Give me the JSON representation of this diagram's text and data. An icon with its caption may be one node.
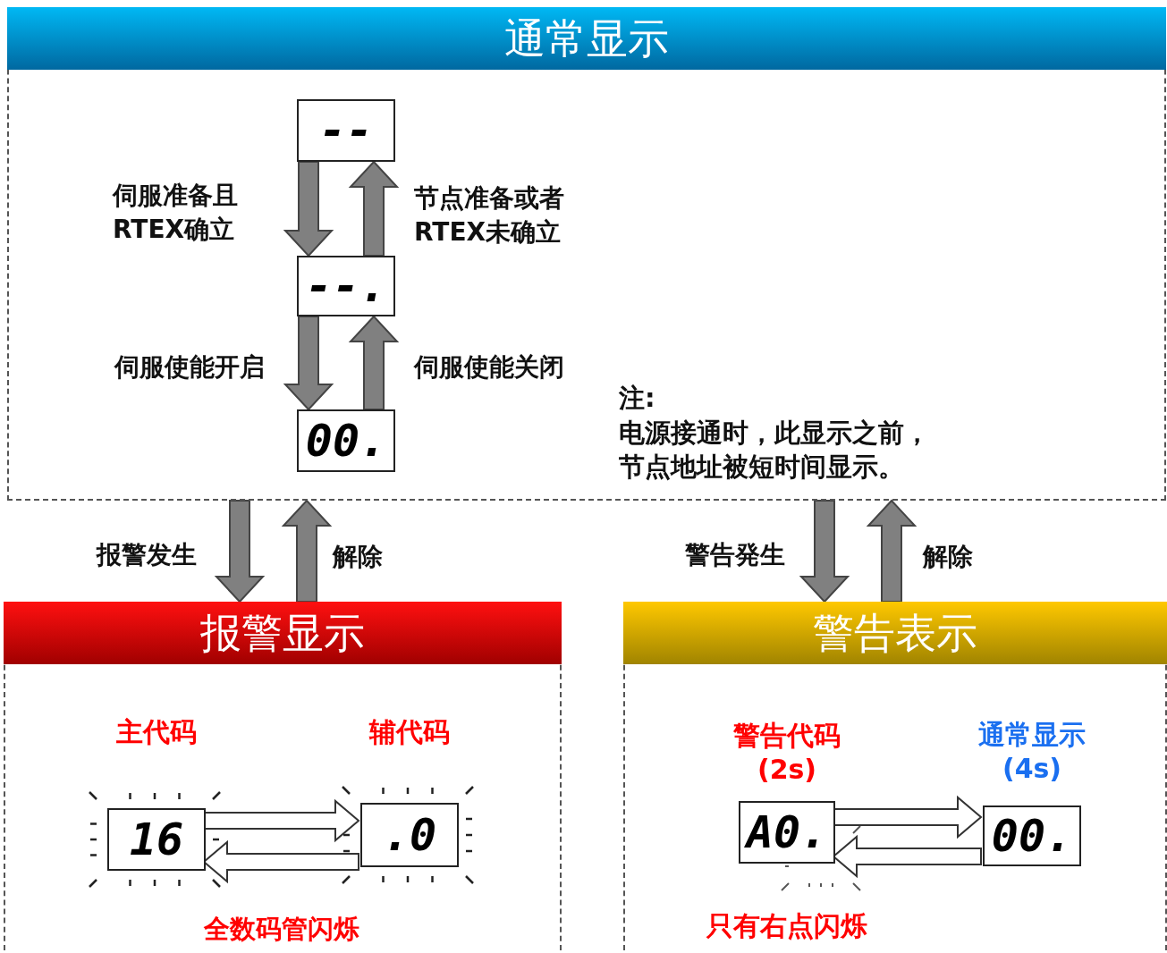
{
  "diagram": {
    "nodes": [
      {
        "text": [
          "通常显示"
        ]
      },
      {
        "text": [
          "--"
        ],
        "in": 0
      },
      {
        "text": [
          "--."
        ],
        "in": 0
      },
      {
        "text": [
          "00."
        ],
        "in": 0
      },
      {
        "text": [
          "报警显示"
        ]
      },
      {
        "text": [
          "主代码",
          "16"
        ],
        "in": 4
      },
      {
        "text": [
          "辅代码",
          ".0"
        ],
        "in": 4
      },
      {
        "text": [
          "警告表示"
        ]
      },
      {
        "text": [
          "警告代码 (2s)",
          "A0."
        ],
        "in": 7,
        "beside": [
          "只有右点闪烁"
        ]
      },
      {
        "text": [
          "通常显示 (4s)",
          "00."
        ],
        "in": 7
      }
    ],
    "edges": [
      {
        "from": 1,
        "to": 2,
        "arrow": "to",
        "label": "伺服准备且 RTEX确立"
      },
      {
        "from": 2,
        "to": 1,
        "arrow": "to",
        "label": "节点准备或者 RTEX未确立"
      },
      {
        "from": 2,
        "to": 3,
        "arrow": "to",
        "label": "伺服使能开启"
      },
      {
        "from": 3,
        "to": 2,
        "arrow": "to",
        "label": "伺服使能关闭"
      },
      {
        "from": 0,
        "to": 4,
        "arrow": "to",
        "label": "报警发生"
      },
      {
        "from": 4,
        "to": 0,
        "arrow": "to",
        "label": "解除"
      },
      {
        "from": 0,
        "to": 7,
        "arrow": "to",
        "label": "警告発生"
      },
      {
        "from": 7,
        "to": 0,
        "arrow": "to",
        "label": "解除"
      },
      {
        "from": 5,
        "to": 6,
        "arrow": "to"
      },
      {
        "from": 6,
        "to": 5,
        "arrow": "to"
      },
      {
        "from": 8,
        "to": 9,
        "arrow": "to"
      },
      {
        "from": 9,
        "to": 8,
        "arrow": "to"
      }
    ],
    "labels": [
      "注:",
      "电源接通时，此显示之前，节点地址被短时间显示。",
      "全数码管闪烁"
    ]
  }
}
